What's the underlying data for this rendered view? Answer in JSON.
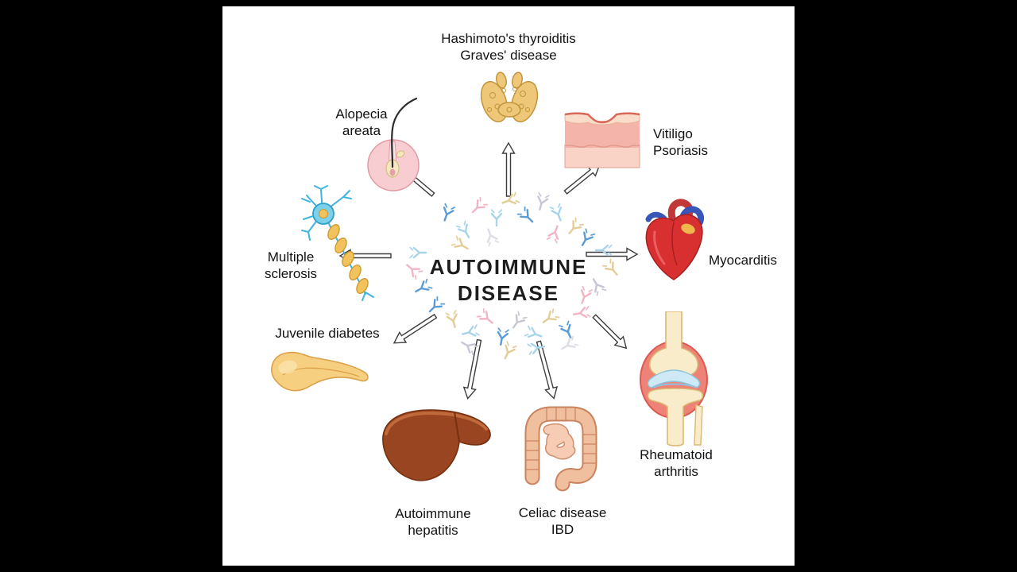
{
  "diagram": {
    "title_line1": "AUTOIMMUNE",
    "title_line2": "DISEASE"
  },
  "items": {
    "thyroid": {
      "line1": "Hashimoto's thyroiditis",
      "line2": "Graves' disease",
      "icon": "thyroid-gland-icon"
    },
    "alopecia": {
      "line1": "Alopecia",
      "line2": "areata",
      "icon": "hair-follicle-icon"
    },
    "skin": {
      "line1": "Vitiligo",
      "line2": "Psoriasis",
      "icon": "skin-layers-icon"
    },
    "ms": {
      "line1": "Multiple",
      "line2": "sclerosis",
      "icon": "neuron-icon"
    },
    "heart": {
      "line1": "Myocarditis",
      "icon": "heart-icon"
    },
    "diabetes": {
      "line1": "Juvenile diabetes",
      "icon": "pancreas-icon"
    },
    "hepatitis": {
      "line1": "Autoimmune",
      "line2": "hepatitis",
      "icon": "liver-icon"
    },
    "celiac": {
      "line1": "Celiac disease",
      "line2": "IBD",
      "icon": "intestine-icon"
    },
    "ra": {
      "line1": "Rheumatoid",
      "line2": "arthritis",
      "icon": "knee-joint-icon"
    }
  },
  "colors": {
    "background": "#ffffff",
    "letterbox": "#000000",
    "text": "#1d1d1d",
    "arrow_outline": "#3c3c3c",
    "thyroid": "#eec878",
    "heart": "#d83030",
    "liver": "#9a4522",
    "pancreas": "#f7cf80",
    "inflammation": "#ef8276",
    "antibody_palette": [
      "#5b9bd5",
      "#a8d4ea",
      "#f2b4c2",
      "#e4cc96",
      "#c6c6d6",
      "#dcdce4"
    ]
  }
}
